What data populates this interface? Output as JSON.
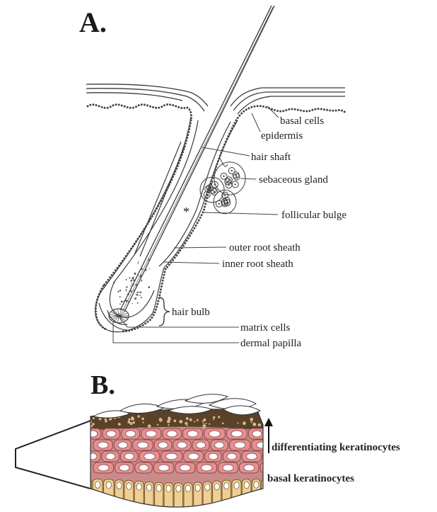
{
  "panel_a": {
    "letter": "A.",
    "labels": {
      "basal_cells": "basal cells",
      "epidermis": "epidermis",
      "hair_shaft": "hair shaft",
      "sebaceous_gland": "sebaceous gland",
      "bulge_marker": "*",
      "follicular_bulge": "follicular bulge",
      "outer_root_sheath": "outer root sheath",
      "inner_root_sheath": "inner root sheath",
      "hair_bulb": "hair bulb",
      "matrix_cells": "matrix cells",
      "dermal_papilla": "dermal papilla"
    }
  },
  "panel_b": {
    "letter": "B.",
    "labels": {
      "differentiating_keratinocytes": "differentiating keratinocytes",
      "basal_keratinocytes": "basal keratinocytes"
    }
  },
  "colors": {
    "line": "#3a3a3a",
    "differentiating_cell": "#e58f90",
    "differentiating_cell_outline": "#8a4a4a",
    "basal_cell": "#f0cf95",
    "basal_cell_outline": "#7a6030",
    "granular_layer": "#5a4228",
    "nucleus": "#ffffff"
  }
}
